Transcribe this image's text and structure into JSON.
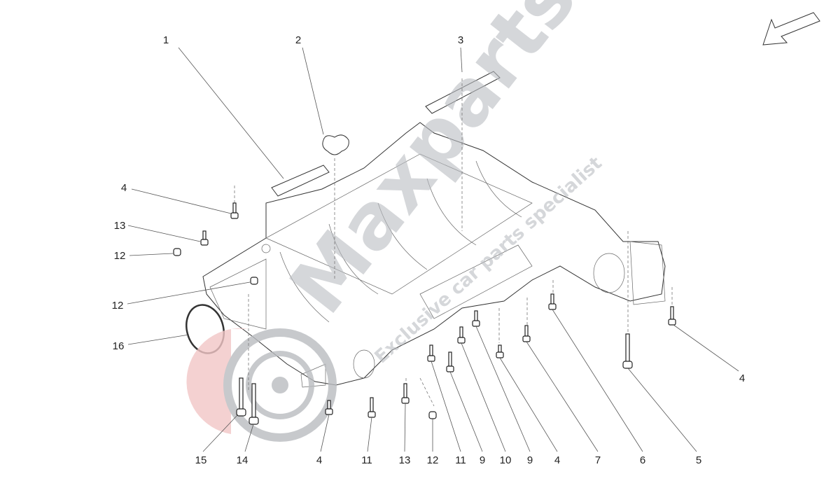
{
  "diagram": {
    "callouts": [
      {
        "id": "c1",
        "label": "1"
      },
      {
        "id": "c2",
        "label": "2"
      },
      {
        "id": "c3",
        "label": "3"
      },
      {
        "id": "c4a",
        "label": "4"
      },
      {
        "id": "c13a",
        "label": "13"
      },
      {
        "id": "c12a",
        "label": "12"
      },
      {
        "id": "c12b",
        "label": "12"
      },
      {
        "id": "c16",
        "label": "16"
      },
      {
        "id": "c15",
        "label": "15"
      },
      {
        "id": "c14",
        "label": "14"
      },
      {
        "id": "c4b",
        "label": "4"
      },
      {
        "id": "c11a",
        "label": "11"
      },
      {
        "id": "c13b",
        "label": "13"
      },
      {
        "id": "c12c",
        "label": "12"
      },
      {
        "id": "c11b",
        "label": "11"
      },
      {
        "id": "c9a",
        "label": "9"
      },
      {
        "id": "c10",
        "label": "10"
      },
      {
        "id": "c9b",
        "label": "9"
      },
      {
        "id": "c4c",
        "label": "4"
      },
      {
        "id": "c7",
        "label": "7"
      },
      {
        "id": "c6",
        "label": "6"
      },
      {
        "id": "c5",
        "label": "5"
      },
      {
        "id": "c4d",
        "label": "4"
      }
    ],
    "orientation_arrow": "direction-arrow-icon",
    "watermark": {
      "brand": "Maxparts",
      "tagline": "Exclusive car parts specialist"
    }
  }
}
